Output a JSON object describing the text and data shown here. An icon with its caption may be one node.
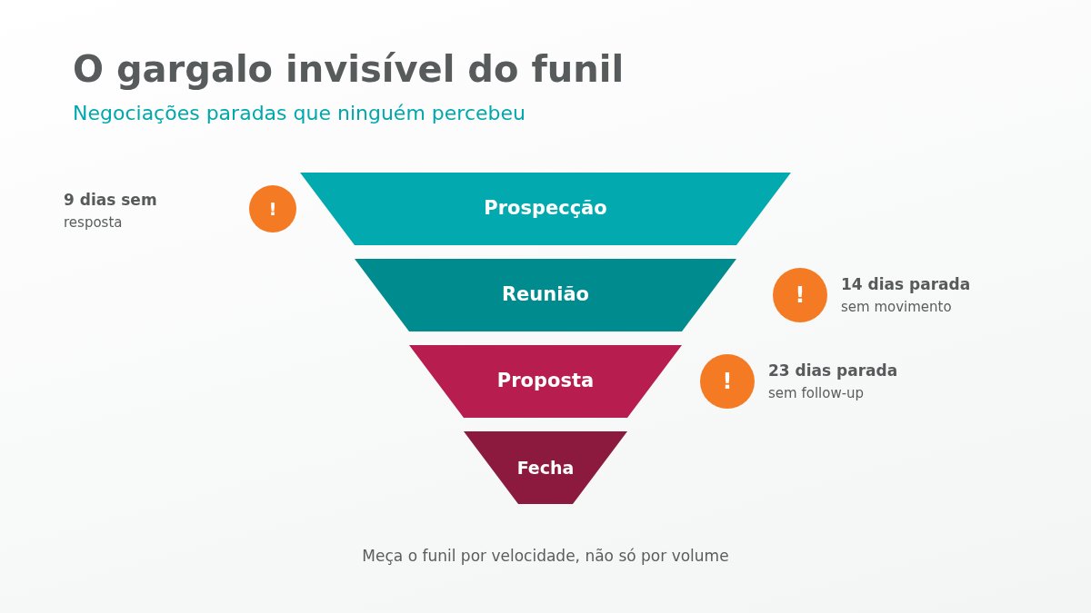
{
  "diagram": {
    "title": "O gargalo invisível do funil",
    "caption": "Meça o funil por velocidade, não só por volume",
    "nodes": [
      {
        "text": [
          "!"
        ],
        "beside": [
          "9 dias sem",
          "resposta"
        ]
      },
      {
        "text": [
          "Prospecção"
        ]
      },
      {
        "text": [
          "Reunião"
        ]
      },
      {
        "text": [
          "!"
        ],
        "beside": [
          "14 dias parada",
          "sem movimento"
        ]
      },
      {
        "text": [
          "Proposta"
        ]
      },
      {
        "text": [
          "!"
        ],
        "beside": [
          "23 dias parada",
          "sem follow-up"
        ]
      },
      {
        "text": [
          "Fecha"
        ]
      }
    ],
    "labels": [
      "Negociações paradas que ninguém percebeu"
    ]
  }
}
